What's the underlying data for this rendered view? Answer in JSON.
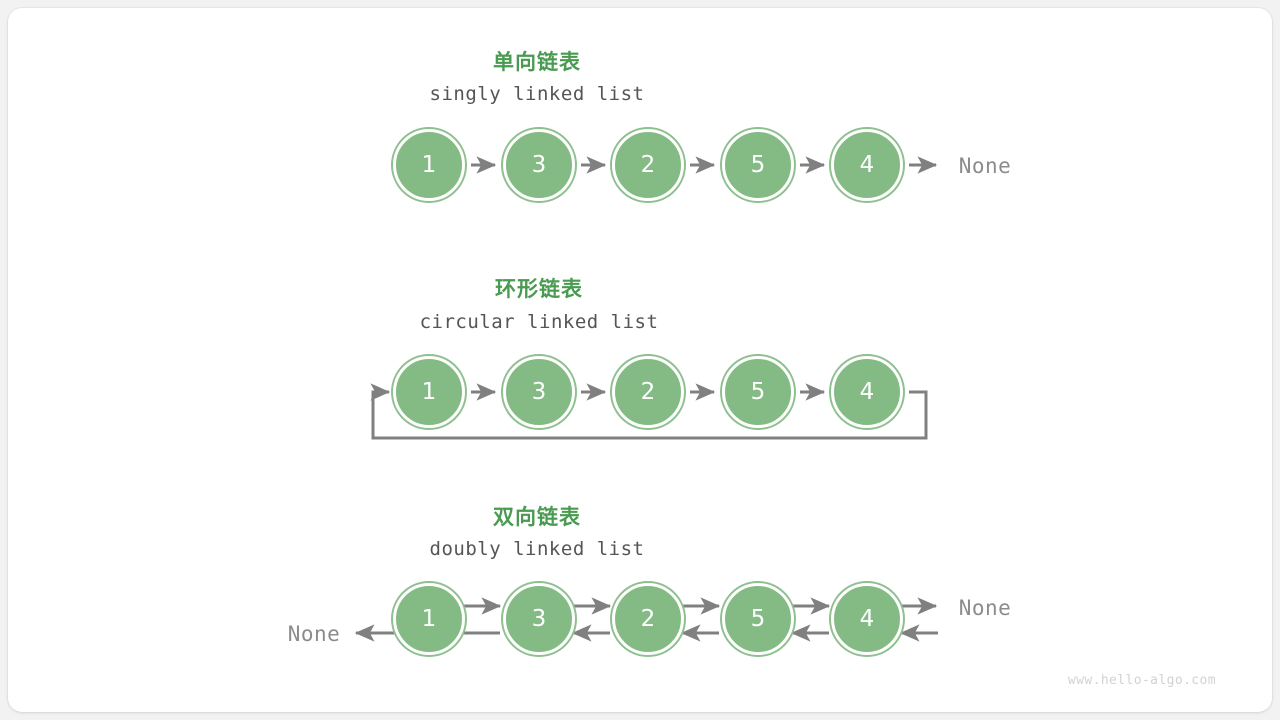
{
  "page": {
    "background_color": "#f2f2f2",
    "card_color": "#ffffff",
    "watermark": "www.hello-algo.com"
  },
  "theme": {
    "node_fill": "#84bb85",
    "node_ring": "#8ec08f",
    "node_text": "#ffffff",
    "heading_color": "#4a9b52",
    "subheading_color": "#555555",
    "arrow_color": "#808080",
    "none_color": "#8c8c8c",
    "watermark_color": "#d2d2d2"
  },
  "diagrams": [
    {
      "id": "singly",
      "heading": "单向链表",
      "subheading": "singly linked list",
      "nodes": [
        "1",
        "3",
        "2",
        "5",
        "4"
      ],
      "terminator_right": "None",
      "terminator_left": null
    },
    {
      "id": "circular",
      "heading": "环形链表",
      "subheading": "circular linked list",
      "nodes": [
        "1",
        "3",
        "2",
        "5",
        "4"
      ],
      "terminator_right": null,
      "terminator_left": null
    },
    {
      "id": "doubly",
      "heading": "双向链表",
      "subheading": "doubly linked list",
      "nodes": [
        "1",
        "3",
        "2",
        "5",
        "4"
      ],
      "terminator_right": "None",
      "terminator_left": "None"
    }
  ]
}
